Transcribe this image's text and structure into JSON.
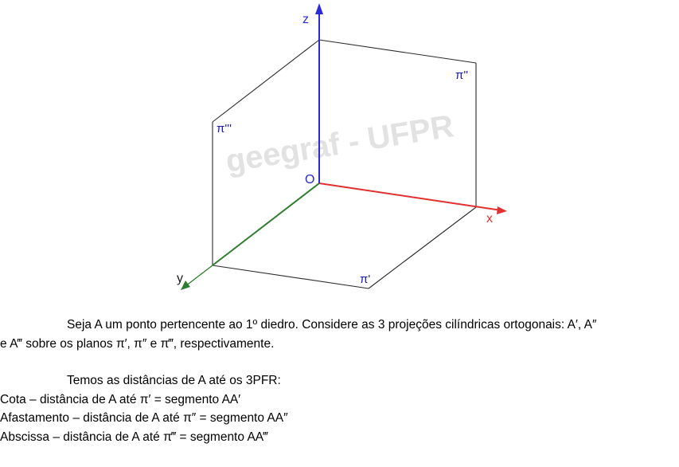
{
  "figure": {
    "watermark": "geegraf - UFPR",
    "axes": {
      "x": {
        "label": "x",
        "color": "#e03030"
      },
      "y": {
        "label": "y",
        "color": "#2e7d2e"
      },
      "z": {
        "label": "z",
        "color": "#2a2ad6"
      }
    },
    "origin_label": "O",
    "planes": {
      "pi1": "π'",
      "pi2": "π''",
      "pi3": "π'''"
    },
    "plane_label_color": "#1a1aa6"
  },
  "text": {
    "para1_line1": "Seja A um ponto pertencente ao 1º diedro. Considere as 3 projeções cilíndricas ortogonais: A′, A″",
    "para1_line2": "e A‴ sobre os planos π′, π″ e π‴, respectivamente.",
    "para2_intro": "Temos as distâncias de A até os 3PFR:",
    "cota": "Cota – distância de A até π′ = segmento AA′",
    "afastamento": "Afastamento – distância de A até π″ = segmento AA″",
    "abscissa": "Abscissa – distância de A até π‴ = segmento AA‴"
  }
}
